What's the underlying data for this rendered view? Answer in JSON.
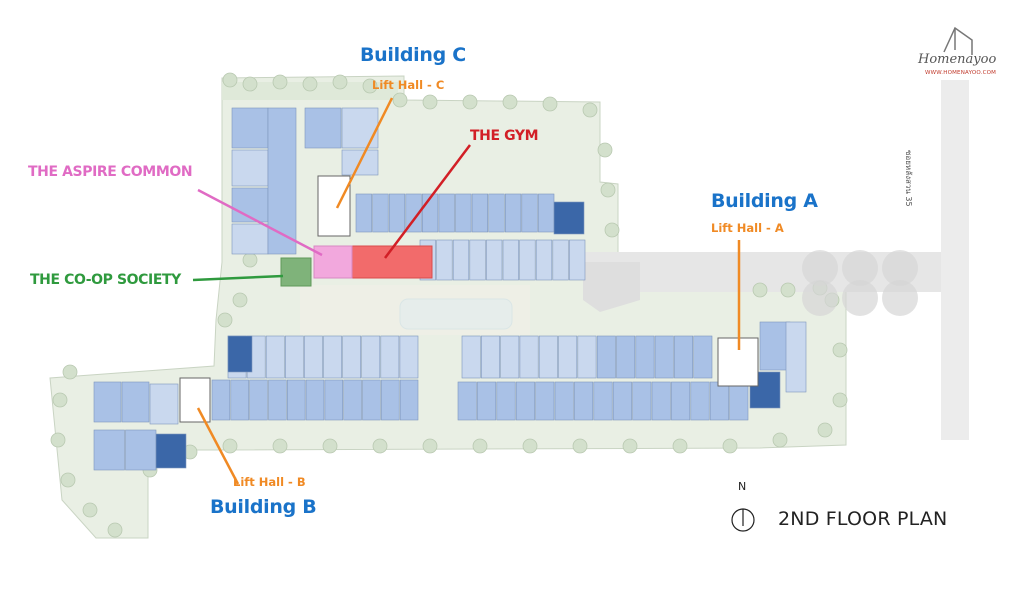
{
  "plan": {
    "title": "2ND FLOOR PLAN",
    "north_label": "N",
    "road_label": "ซอยหลังสวน 35",
    "brand": {
      "name": "Homenayoo",
      "url": "WWW.HOMENAYOO.COM"
    }
  },
  "buildings": {
    "a": {
      "name": "Building A",
      "lift_hall": "Lift Hall - A"
    },
    "b": {
      "name": "Building B",
      "lift_hall": "Lift Hall - B"
    },
    "c": {
      "name": "Building C",
      "lift_hall": "Lift Hall - C"
    }
  },
  "amenities": {
    "gym": "THE GYM",
    "aspire_common": "THE ASPIRE COMMON",
    "coop_society": "THE CO-OP SOCIETY"
  },
  "colors": {
    "building_label": "#1a73c9",
    "lift_hall_label": "#f08a24",
    "gym": "#d21f26",
    "aspire_common": "#e06bc4",
    "coop_society": "#2f9a3e",
    "unit_light": "#c9d8ee",
    "unit_mid": "#a9c1e6",
    "unit_dark": "#3b67a8",
    "gym_fill": "#f26b6b",
    "aspire_fill": "#f2a8dd",
    "coop_fill": "#7fb37a",
    "pool": "#cfe7f4",
    "green": "#dfe9d9"
  }
}
